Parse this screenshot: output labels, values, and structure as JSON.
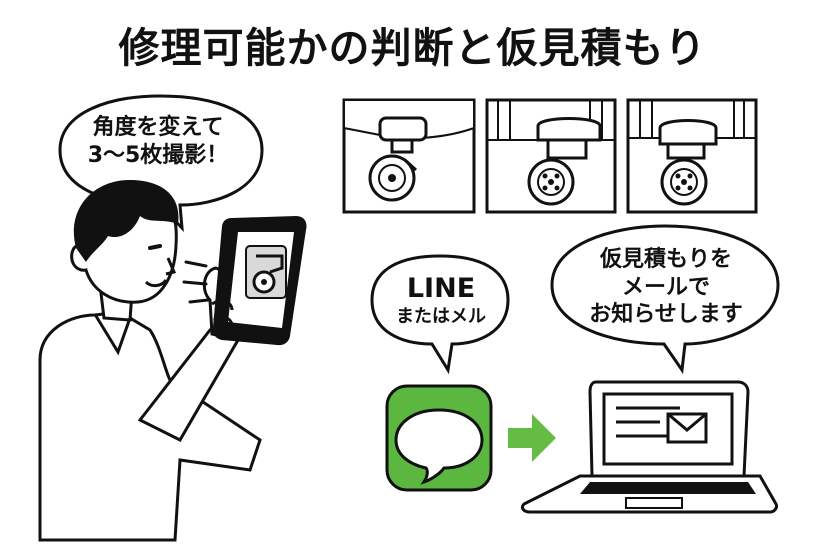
{
  "title": "修理可能かの判断と仮見積もり",
  "bubbles": {
    "photo_tip": [
      "角度を変えて",
      "3〜5枚撮影！"
    ],
    "line_mail": [
      "LINE",
      "またはメル"
    ],
    "estimate": [
      "仮見積もりを",
      "メールで",
      "お知らせします"
    ]
  },
  "icons": {
    "phone": "smartphone-icon",
    "line": "line-chat-icon",
    "arrow": "right-arrow-icon",
    "laptop": "laptop-icon",
    "mail": "envelope-icon"
  },
  "colors": {
    "line_green": "#5BB73F",
    "arrow_green": "#66BB44",
    "ink": "#111111",
    "screen_gray": "#D9D9D9"
  }
}
